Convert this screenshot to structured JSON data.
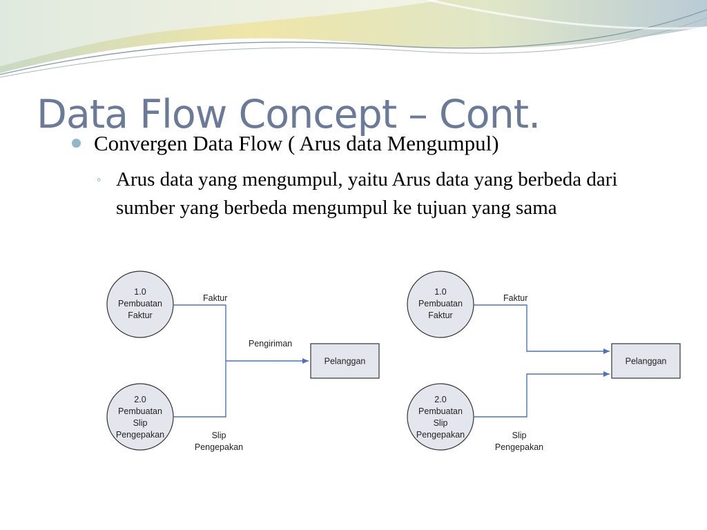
{
  "slide": {
    "title": "Data Flow Concept – Cont.",
    "bullet": "Convergen Data Flow ( Arus data Mengumpul)",
    "sub_bullet": "Arus data yang mengumpul, yaitu Arus data yang berbeda dari sumber yang berbeda mengumpul ke tujuan yang sama"
  },
  "diagram_left": {
    "process1": [
      "1.0",
      "Pembuatan",
      "Faktur"
    ],
    "process2": [
      "2.0",
      "Pembuatan",
      "Slip",
      "Pengepakan"
    ],
    "flow1_label": "Faktur",
    "flow2_label": [
      "Slip",
      "Pengepakan"
    ],
    "merged_label": "Pengiriman",
    "entity": "Pelanggan"
  },
  "diagram_right": {
    "process1": [
      "1.0",
      "Pembuatan",
      "Faktur"
    ],
    "process2": [
      "2.0",
      "Pembuatan",
      "Slip",
      "Pengepakan"
    ],
    "flow1_label": "Faktur",
    "flow2_label": [
      "Slip",
      "Pengepakan"
    ],
    "entity": "Pelanggan"
  },
  "colors": {
    "title": "#6a7a9a",
    "flow_line": "#4a72c4",
    "process_fill": "#e4e6ee",
    "entity_fill": "#e4e6ee",
    "bullet_dot": "#8fb8c8"
  }
}
